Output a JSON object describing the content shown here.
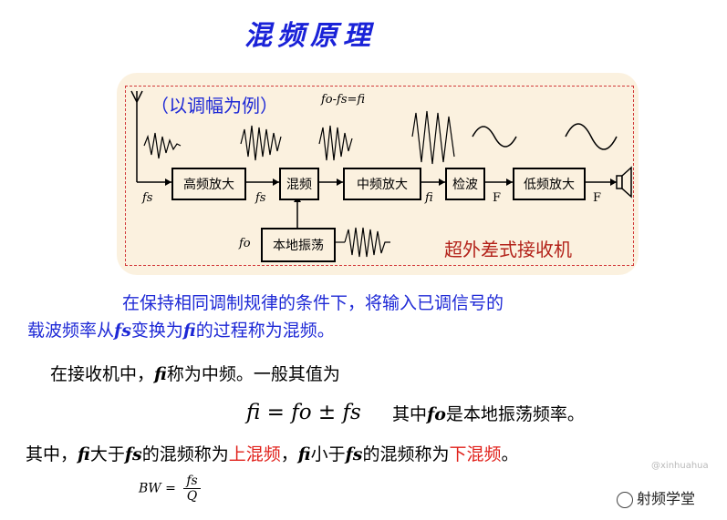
{
  "slide": {
    "title": "混频原理",
    "example_label": "（以调幅为例）",
    "formula_top": "fo-fs=fi",
    "receiver_label": "超外差式接收机",
    "blocks": {
      "rf_amp": "高频放大",
      "mixer": "混频",
      "if_amp": "中频放大",
      "detector": "检波",
      "af_amp": "低频放大",
      "local_osc": "本地振荡"
    },
    "signals": {
      "fs_a": "fs",
      "fs_b": "fs",
      "fi": "fi",
      "F_a": "F",
      "F_b": "F",
      "fo": "fo"
    },
    "para1": "在保持相同调制规律的条件下，将输入已调信号的",
    "para2_a": "载波频率从",
    "para2_fs": "fs",
    "para2_b": "变换为",
    "para2_fi": "fi",
    "para2_c": "的过程称为混频。",
    "para3_a": "在接收机中，",
    "para3_fi": "fi",
    "para3_b": "称为中频。一般其值为",
    "equation": "fi = fo ± fs",
    "eq_note_a": "其中",
    "eq_note_fo": "fo",
    "eq_note_b": "是本地振荡频率。",
    "para4_a": "其中，",
    "para4_fi1": "fi",
    "para4_b": "大于",
    "para4_fs1": "fs",
    "para4_c": "的混频称为",
    "para4_up": "上混频",
    "para4_d": "，",
    "para4_fi2": "fi",
    "para4_e": "小于",
    "para4_fs2": "fs",
    "para4_f": "的混频称为",
    "para4_down": "下混频",
    "para4_g": "。",
    "bw_lhs": "BW =",
    "bw_num": "fs",
    "bw_den": "Q"
  },
  "watermark": {
    "brand": "射频学堂",
    "small": "@xinhuahua"
  },
  "colors": {
    "title": "#1a22d8",
    "panel": "#fbf1df",
    "dash": "#d23a3a",
    "blue_text": "#1e29d6",
    "red_text": "#e0201a",
    "receiver": "#b3221a"
  }
}
